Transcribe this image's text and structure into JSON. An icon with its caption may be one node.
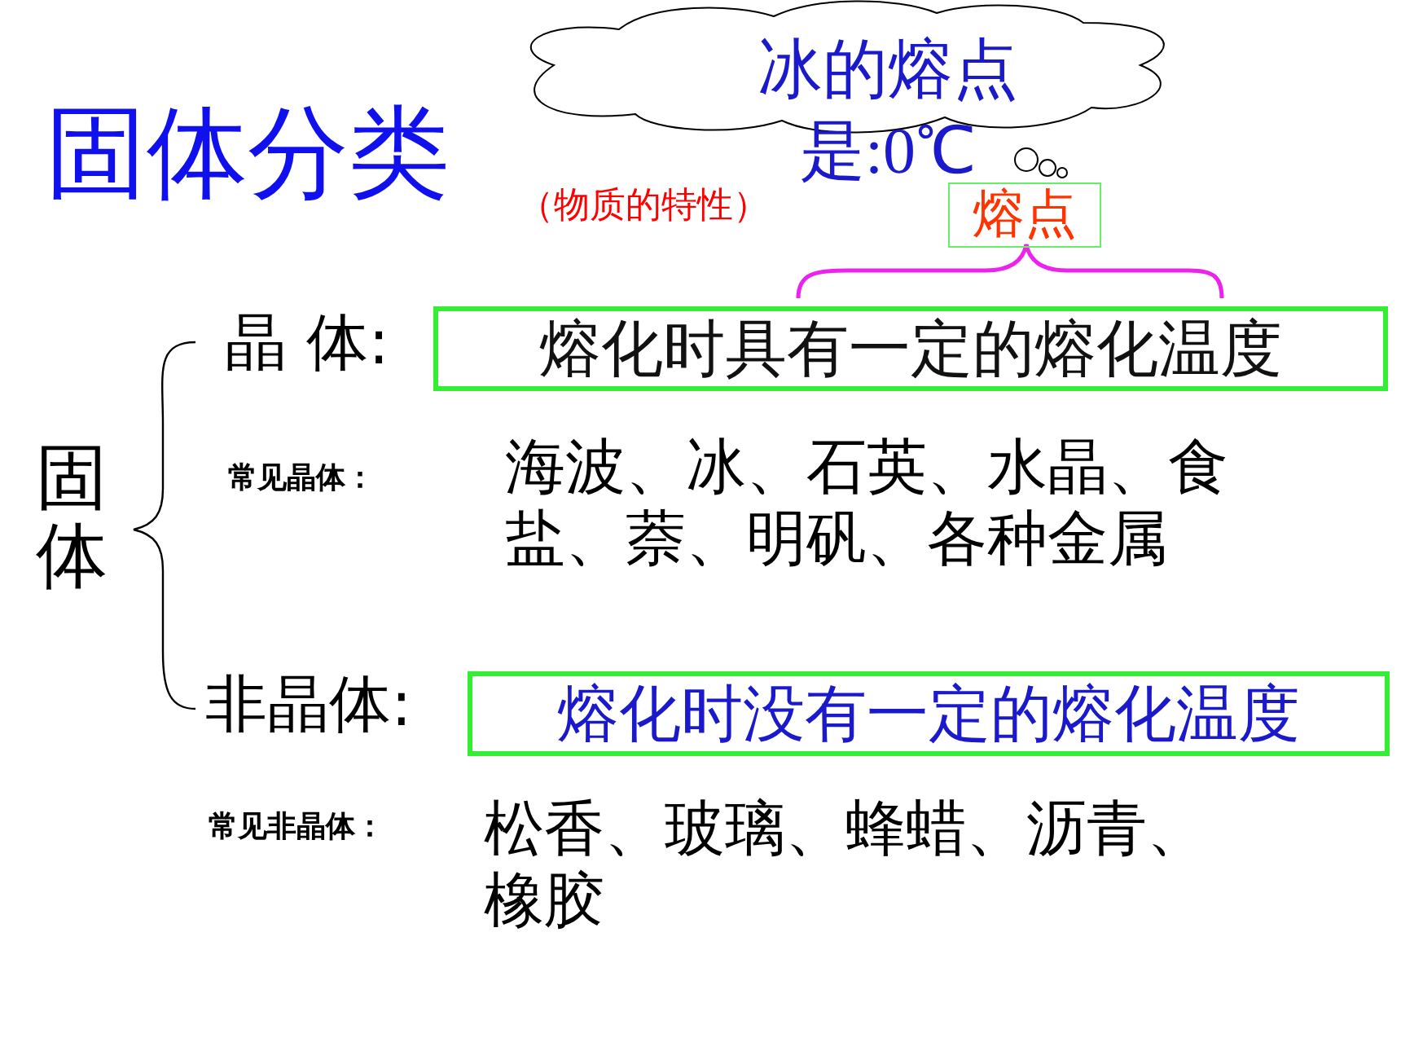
{
  "diagram": {
    "title": "固体分类",
    "nodes": [
      {
        "text": [
          "冰的熔点是:0℃"
        ]
      },
      {
        "text": [
          "熔点"
        ]
      },
      {
        "text": [
          "熔化时具有一定的熔化温度"
        ]
      },
      {
        "text": [
          "熔化时没有一定的熔化温度"
        ]
      }
    ],
    "labels": [
      "（物质的特性）",
      "晶 体:",
      "固体",
      "常见晶体：",
      "海波、冰、石英、水晶、食盐、萘、明矾、各种金属",
      "非晶体:",
      "常见非晶体：",
      "松香、玻璃、蜂蜡、沥青、橡胶"
    ]
  }
}
